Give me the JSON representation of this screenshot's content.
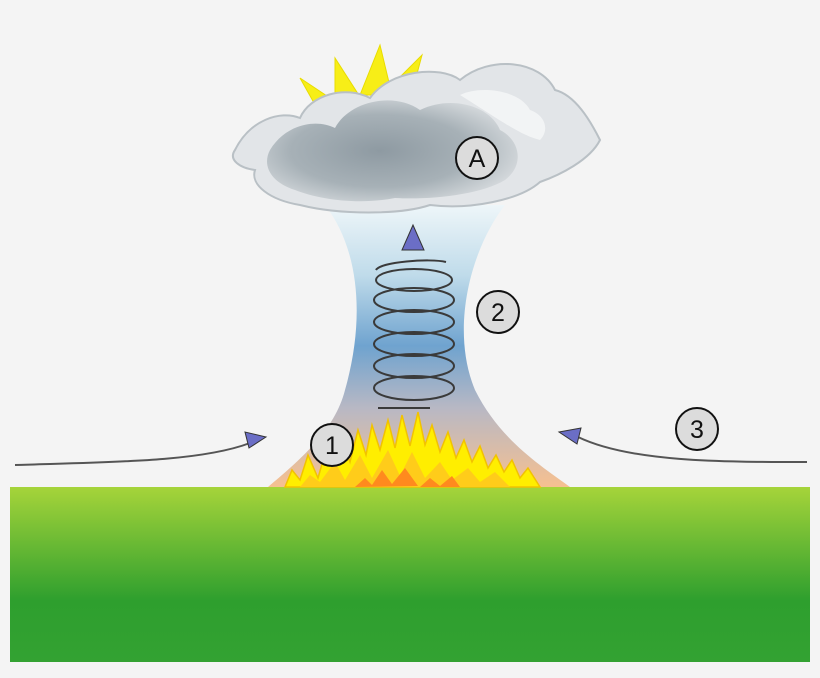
{
  "labels": {
    "cloud": "A",
    "fire": "1",
    "column": "2",
    "inflow": "3"
  },
  "colors": {
    "background": "#f4f4f4",
    "ground_top": "#a6d43a",
    "ground_bottom": "#2c9f2c",
    "arrow": "#6b6ec6",
    "spiral": "#3a3a3a",
    "sky_column_top": "#dcedf5",
    "sky_column_mid": "#6fa3cf",
    "sky_column_bottom": "#f3c79e",
    "flame_outer": "#ffee00",
    "flame_inner": "#ff8a1e",
    "sun_ray": "#f7ee17",
    "cloud_dark": "#8f9aa1",
    "cloud_light": "#e4e6e8"
  }
}
